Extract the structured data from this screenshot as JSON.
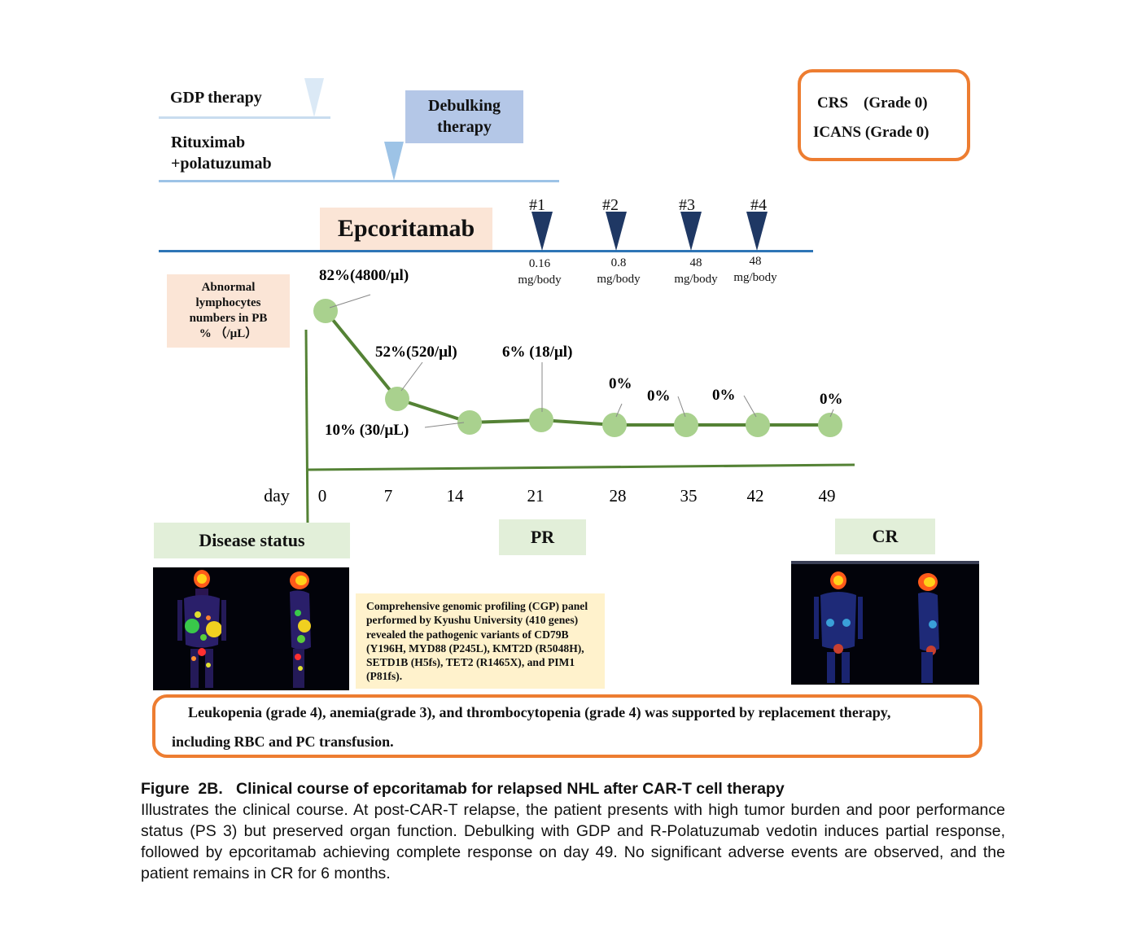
{
  "therapy": {
    "gdp_label": "GDP therapy",
    "ritux_line1": "Rituximab",
    "ritux_line2": "+polatuzumab",
    "debulk_line1": "Debulking",
    "debulk_line2": "therapy",
    "epcor_label": "Epcoritamab"
  },
  "adverse_grades": {
    "crs": "CRS    (Grade 0)",
    "icans": "ICANS (Grade 0)"
  },
  "doses": [
    {
      "label": "#1",
      "amount": "0.16",
      "unit": "mg/body"
    },
    {
      "label": "#2",
      "amount": "0.8",
      "unit": "mg/body"
    },
    {
      "label": "#3",
      "amount": "48",
      "unit": "mg/body"
    },
    {
      "label": "#4",
      "amount": "48",
      "unit": "mg/body"
    }
  ],
  "legend_box": {
    "line1": "Abnormal",
    "line2": "lymphocytes",
    "line3": "numbers in PB",
    "line4": "% （/µL）"
  },
  "chart_data": {
    "type": "line",
    "xlabel": "day",
    "x": [
      0,
      7,
      14,
      21,
      28,
      35,
      42,
      49
    ],
    "series": [
      {
        "values": [
          82,
          52,
          10,
          6,
          0,
          0,
          0,
          0
        ]
      }
    ],
    "annotations": [
      "82%(4800/µl)",
      "52%(520/µl)",
      "10% (30/µL)",
      "6% (18/µl)",
      "0%",
      "0%",
      "0%",
      "0%"
    ],
    "xticks": [
      "0",
      "7",
      "14",
      "21",
      "28",
      "35",
      "42",
      "49"
    ],
    "ylim": [
      0,
      90
    ],
    "colors": {
      "line": "#548235",
      "marker": "#a9d18e"
    }
  },
  "status": {
    "disease_status": "Disease status",
    "pr": "PR",
    "cr": "CR"
  },
  "cgp_text": "Comprehensive genomic profiling (CGP) panel performed by Kyushu University (410 genes) revealed the pathogenic variants of CD79B (Y196H, MYD88 (P245L), KMT2D (R5048H), SETD1B (H5fs), TET2 (R1465X), and PIM1 (P81fs).",
  "cytopenia": {
    "line1": "Leukopenia (grade 4), anemia(grade 3), and thrombocytopenia (grade 4) was supported by replacement therapy,",
    "line2": "including RBC and PC transfusion."
  },
  "caption": {
    "title": "Figure  2B.   Clinical course of epcoritamab for relapsed NHL after CAR-T cell therapy",
    "body": "Illustrates the clinical course. At post-CAR-T relapse, the patient presents with high tumor burden and poor performance status (PS 3) but preserved organ function. Debulking with GDP and R-Polatuzumab vedotin induces partial response, followed by epcoritamab achieving complete response on day 49. No significant adverse events are observed, and the patient remains in CR for 6 months."
  },
  "colors": {
    "orange": "#ed7d31",
    "navy": "#1f3864",
    "blue_line": "#2e75b6",
    "light_blue": "#9dc3e6",
    "green_box": "#e2efd9",
    "peach": "#fbe5d6",
    "cream": "#fff2cc"
  }
}
